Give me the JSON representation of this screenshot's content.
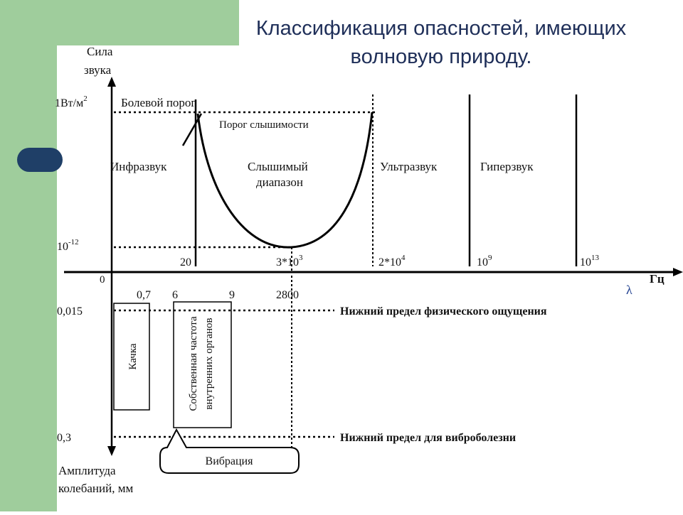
{
  "slide": {
    "title_line1": "Классификация опасностей, имеющих",
    "title_line2": "волновую природу.",
    "accent_green": "#9fcd9c",
    "accent_navy": "#1f3f67",
    "title_color": "#1f2f59",
    "lambda_color": "#1f3f8f"
  },
  "diagram": {
    "y_axis_top_label": [
      "Сила",
      "звука"
    ],
    "y_axis_bottom_label": [
      "Амплитуда",
      "колебаний, мм"
    ],
    "x_axis_unit": "Гц",
    "lambda": "λ",
    "origin": "0",
    "upper_y_ticks": {
      "top_base": "1Вт/м",
      "top_exp": "2",
      "bottom_base": "10",
      "bottom_exp": "-12"
    },
    "boundary_top": "Болевой порог",
    "hearing_threshold": "Порог слышимости",
    "regions": {
      "infrasound": "Инфразвук",
      "audible_line1": "Слышимый",
      "audible_line2": "диапазон",
      "ultrasound": "Ультразвук",
      "hypersound": "Гиперзвук"
    },
    "freq_ticks": {
      "f20": "20",
      "f3k_base": "3*10",
      "f3k_exp": "3",
      "f2e4_base": "2*10",
      "f2e4_exp": "4",
      "f1e9_base": "10",
      "f1e9_exp": "9",
      "f1e13_base": "10",
      "f1e13_exp": "13"
    },
    "lower_x_ticks": {
      "t07": "0,7",
      "t6": "6",
      "t9": "9",
      "t2800": "2800"
    },
    "lower_y_ticks": {
      "v0015": "0,015",
      "v03": "0,3"
    },
    "lower_limits": {
      "sensation": "Нижний предел физического ощущения",
      "vibration_disease": "Нижний предел для виброболезни"
    },
    "boxes": {
      "rocking": "Качка",
      "organs_line1": "Собственная частота",
      "organs_line2": "внутренних органов"
    },
    "vibration": "Вибрация"
  }
}
